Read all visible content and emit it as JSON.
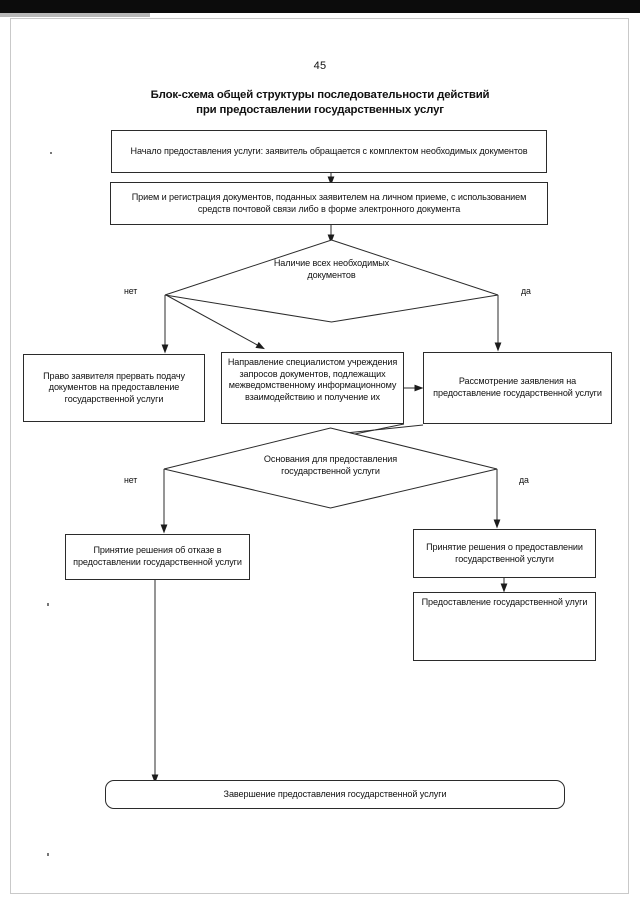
{
  "document": {
    "page_number": "45",
    "title_line1": "Блок-схема общей структуры последовательности действий",
    "title_line2": "при предоставлении государственных услуг"
  },
  "flowchart": {
    "type": "flowchart",
    "nodes": [
      {
        "id": "start",
        "shape": "rectangle",
        "text": "Начало предоставления услуги: заявитель обращается с комплектом необходимых документов"
      },
      {
        "id": "intake",
        "shape": "rectangle",
        "text": "Прием и регистрация документов, поданных заявителем на личном приеме, с использованием средств почтовой связи либо в форме электронного документа"
      },
      {
        "id": "decision-docs",
        "shape": "diamond",
        "text_line1": "Наличие всех необходимых",
        "text_line2": "документов"
      },
      {
        "id": "interrupt",
        "shape": "rectangle",
        "text": "Право заявителя прервать подачу документов на предоставление государственной услуги"
      },
      {
        "id": "interagency",
        "shape": "rectangle",
        "text": "Направление специалистом учреждения запросов документов, подлежащих межведомственному информационному взаимодействию и получение их"
      },
      {
        "id": "review",
        "shape": "rectangle",
        "text": "Рассмотрение заявления на предоставление государственной услуги"
      },
      {
        "id": "decision-grounds",
        "shape": "diamond",
        "text_line1": "Основания для предоставления",
        "text_line2": "государственной услуги"
      },
      {
        "id": "refusal",
        "shape": "rectangle",
        "text": "Принятие решения об отказе в предоставлении государственной услуги"
      },
      {
        "id": "approval",
        "shape": "rectangle",
        "text": "Принятие решения о предоставлении государственной услуги"
      },
      {
        "id": "provision",
        "shape": "rectangle",
        "text": "Предоставление государственной улуги"
      },
      {
        "id": "end",
        "shape": "rounded-rectangle",
        "text": "Завершение предоставления государственной услуги"
      }
    ],
    "edge_labels": {
      "decision1_no": "нет",
      "decision1_yes": "да",
      "decision2_no": "нет",
      "decision2_yes": "да"
    },
    "colors": {
      "line": "#2b2b2b",
      "background": "#ffffff",
      "text": "#111111"
    }
  }
}
